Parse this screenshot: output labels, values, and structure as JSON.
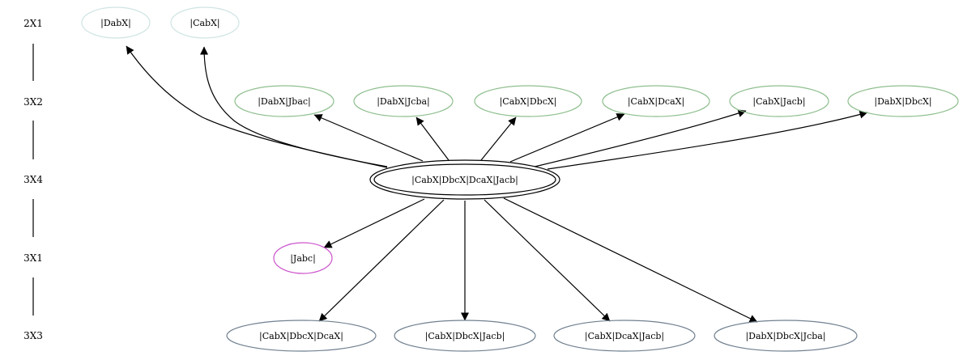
{
  "ranks": [
    {
      "id": "r1",
      "label": "2X1"
    },
    {
      "id": "r2",
      "label": "3X2"
    },
    {
      "id": "r3",
      "label": "3X4"
    },
    {
      "id": "r4",
      "label": "3X1"
    },
    {
      "id": "r5",
      "label": "3X3"
    }
  ],
  "colors": {
    "rank_2x1": "#cfe3e3",
    "rank_3x2": "#8fbf8f",
    "rank_3x4": "#000000",
    "rank_3x1": "#cc55cc",
    "rank_3x3": "#708090"
  },
  "nodes": [
    {
      "id": "dabx",
      "label": "|DabX|",
      "rank": "2X1"
    },
    {
      "id": "cabx",
      "label": "|CabX|",
      "rank": "2X1"
    },
    {
      "id": "dabx_jbac",
      "label": "|DabX|Jbac|",
      "rank": "3X2"
    },
    {
      "id": "dabx_jcba",
      "label": "|DabX|Jcba|",
      "rank": "3X2"
    },
    {
      "id": "cabx_dbcx",
      "label": "|CabX|DbcX|",
      "rank": "3X2"
    },
    {
      "id": "cabx_dcax",
      "label": "|CabX|DcaX|",
      "rank": "3X2"
    },
    {
      "id": "cabx_jacb",
      "label": "|CabX|Jacb|",
      "rank": "3X2"
    },
    {
      "id": "dabx_dbcx",
      "label": "|DabX|DbcX|",
      "rank": "3X2"
    },
    {
      "id": "center",
      "label": "|CabX|DbcX|DcaX|Jacb|",
      "rank": "3X4"
    },
    {
      "id": "jabc",
      "label": "|Jabc|",
      "rank": "3X1"
    },
    {
      "id": "b1",
      "label": "|CabX|DbcX|DcaX|",
      "rank": "3X3"
    },
    {
      "id": "b2",
      "label": "|CabX|DbcX|Jacb|",
      "rank": "3X3"
    },
    {
      "id": "b3",
      "label": "|CabX|DcaX|Jacb|",
      "rank": "3X3"
    },
    {
      "id": "b4",
      "label": "|DabX|DbcX|Jcba|",
      "rank": "3X3"
    }
  ],
  "edges": [
    {
      "from": "center",
      "to": "dabx"
    },
    {
      "from": "center",
      "to": "cabx"
    },
    {
      "from": "center",
      "to": "dabx_jbac"
    },
    {
      "from": "center",
      "to": "dabx_jcba"
    },
    {
      "from": "center",
      "to": "cabx_dbcx"
    },
    {
      "from": "center",
      "to": "cabx_dcax"
    },
    {
      "from": "center",
      "to": "cabx_jacb"
    },
    {
      "from": "center",
      "to": "dabx_dbcx"
    },
    {
      "from": "center",
      "to": "jabc"
    },
    {
      "from": "center",
      "to": "b1"
    },
    {
      "from": "center",
      "to": "b2"
    },
    {
      "from": "center",
      "to": "b3"
    },
    {
      "from": "center",
      "to": "b4"
    }
  ]
}
